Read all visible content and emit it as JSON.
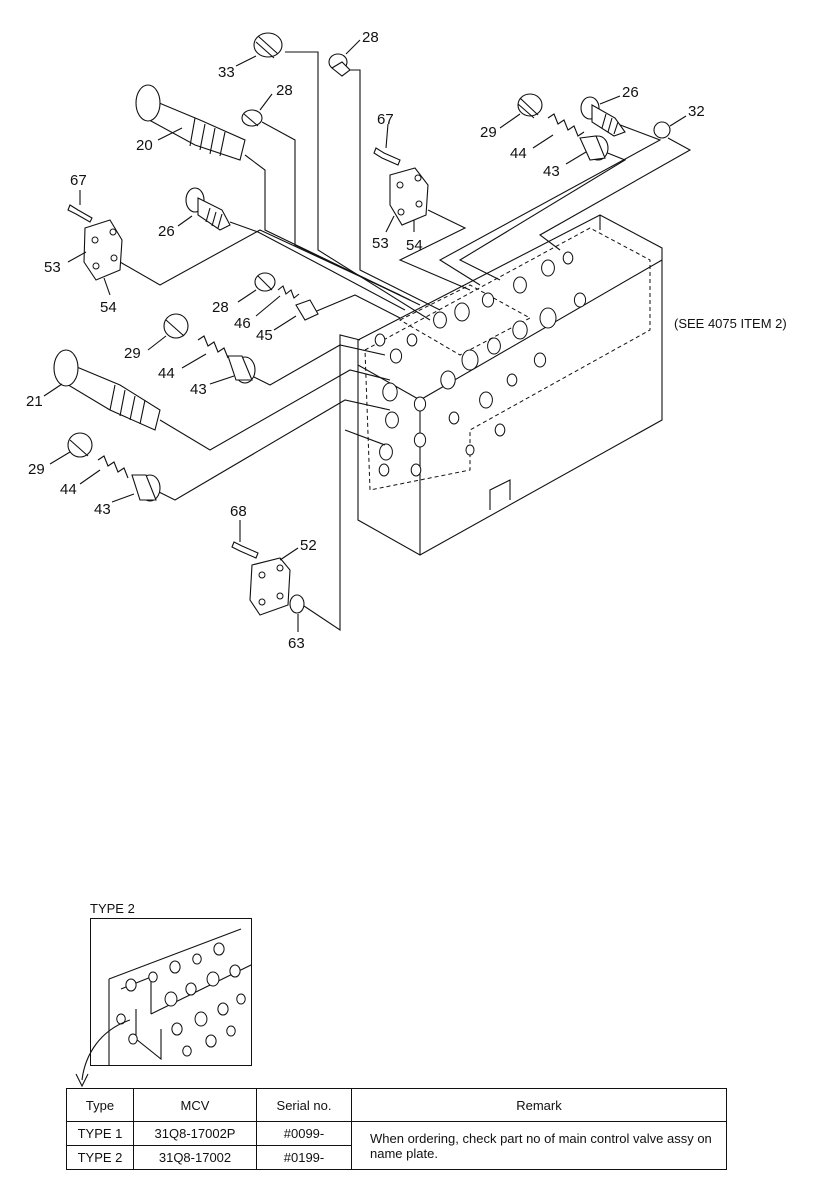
{
  "callouts": [
    {
      "id": "c33a",
      "text": "33"
    },
    {
      "id": "c28a",
      "text": "28"
    },
    {
      "id": "c28b",
      "text": "28"
    },
    {
      "id": "c20",
      "text": "20"
    },
    {
      "id": "c67a",
      "text": "67"
    },
    {
      "id": "c53a",
      "text": "53"
    },
    {
      "id": "c54a",
      "text": "54"
    },
    {
      "id": "c29a",
      "text": "29"
    },
    {
      "id": "c44a",
      "text": "44"
    },
    {
      "id": "c43a",
      "text": "43"
    },
    {
      "id": "c26a",
      "text": "26"
    },
    {
      "id": "c32",
      "text": "32"
    },
    {
      "id": "c67b",
      "text": "67"
    },
    {
      "id": "c26b",
      "text": "26"
    },
    {
      "id": "c53b",
      "text": "53"
    },
    {
      "id": "c54b",
      "text": "54"
    },
    {
      "id": "c28c",
      "text": "28"
    },
    {
      "id": "c46",
      "text": "46"
    },
    {
      "id": "c45",
      "text": "45"
    },
    {
      "id": "c29b",
      "text": "29"
    },
    {
      "id": "c44b",
      "text": "44"
    },
    {
      "id": "c43b",
      "text": "43"
    },
    {
      "id": "c21",
      "text": "21"
    },
    {
      "id": "c29c",
      "text": "29"
    },
    {
      "id": "c44c",
      "text": "44"
    },
    {
      "id": "c43c",
      "text": "43"
    },
    {
      "id": "c68",
      "text": "68"
    },
    {
      "id": "c52",
      "text": "52"
    },
    {
      "id": "c63",
      "text": "63"
    }
  ],
  "see_note": "(SEE 4075 ITEM 2)",
  "type2_label": "TYPE 2",
  "table": {
    "headers": [
      "Type",
      "MCV",
      "Serial no.",
      "Remark"
    ],
    "rows": [
      {
        "type": "TYPE 1",
        "mcv": "31Q8-17002P",
        "serial": "#0099-"
      },
      {
        "type": "TYPE 2",
        "mcv": "31Q8-17002",
        "serial": "#0199-"
      }
    ],
    "remark": "When ordering, check part no of main control valve assy on name plate."
  }
}
